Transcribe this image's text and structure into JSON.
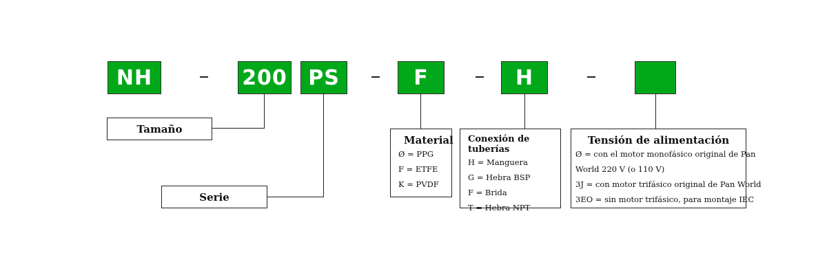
{
  "codes": [
    "NH",
    "200",
    "PS",
    "F",
    "H",
    ""
  ],
  "separators": [
    "–",
    "–",
    "–",
    "–"
  ],
  "labels": {
    "size": "Tamaño",
    "series": "Serie"
  },
  "material": {
    "title": "Material",
    "options": [
      "Ø = PPG",
      "F = ETFE",
      "K = PVDF"
    ]
  },
  "piping": {
    "title": "Conexión de tuberías",
    "options": [
      "H = Manguera",
      "G = Hebra BSP",
      "F = Brida",
      "T = Hebra NPT"
    ]
  },
  "voltage": {
    "title": "Tensión de alimentación",
    "options": [
      "Ø = con el motor monofásico original de Pan",
      "World 220 V (o 110 V)",
      "3J = con motor trifásico original de Pan World",
      "3EO = sin motor trifásico, para montaje IEC"
    ]
  },
  "colors": {
    "code_box_fill": "#00a81a",
    "code_box_text": "#ffffff"
  }
}
